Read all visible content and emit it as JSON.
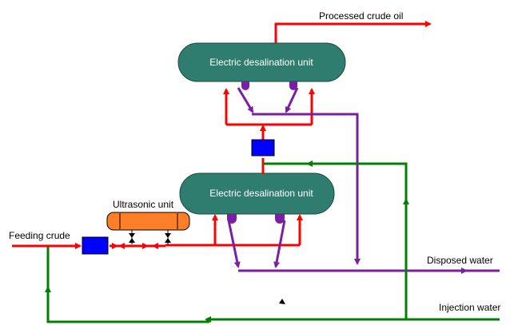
{
  "labels": {
    "processed_crude_oil": "Processed crude oil",
    "upper_unit": "Electric desalination unit",
    "lower_unit": "Electric desalination unit",
    "ultrasonic_unit": "Ultrasonic unit",
    "feeding_crude": "Feeding crude",
    "disposed_water": "Disposed water",
    "injection_water": "Injection water"
  },
  "colors": {
    "crude_line": "#ff0000",
    "water_line": "#008000",
    "disposed_line": "#7a1fa2",
    "vessel_fill": "#2e7d6e",
    "ultrasonic_fill": "#ff7f27",
    "mixer_fill": "#0000ff"
  }
}
